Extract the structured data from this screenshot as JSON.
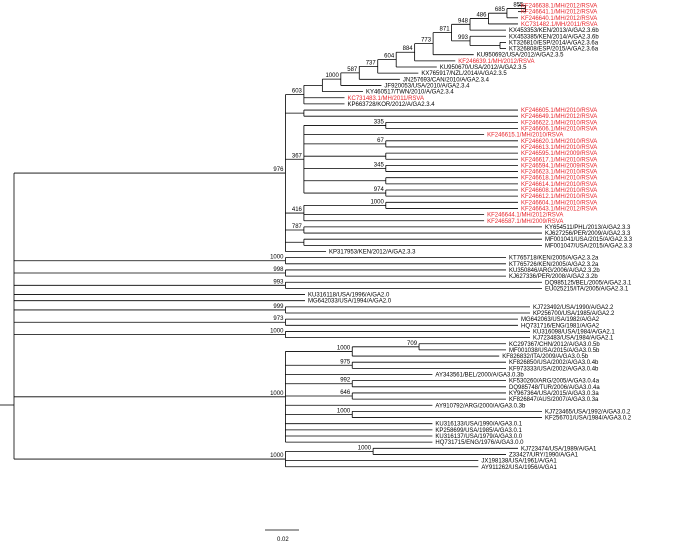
{
  "colors": {
    "branch": "#000000",
    "default_label": "#000000",
    "highlight_label": "#e8262c"
  },
  "scale_bar": {
    "label": "0.02"
  },
  "tree": {
    "c": [
      {
        "c": [
          {
            "c": [
              {
                "c": [
                  {
                    "c": [
                      {
                        "c": [
                          {
                            "c": [
                              {
                                "c": [
                                  {
                                    "c": [
                                      {
                                        "c": [
                                          {
                                            "c": [
                                              {
                                                "c": [
                                                  {
                                                    "c": [
                                                      {
                                                        "c": [
                                                          {
                                                            "c": [
                                                              {
                                                                "n": "KF246638.1/MH/2012/RSVA",
                                                                "h": 1
                                                              },
                                                              {
                                                                "n": "KF246641.1/MH/2012/RSVA",
                                                                "h": 1
                                                              }
                                                            ],
                                                            "s": "855"
                                                          },
                                                          {
                                                            "n": "KF246640.1/MH/2012/RSVA",
                                                            "h": 1
                                                          }
                                                        ],
                                                        "s": "685"
                                                      },
                                                      {
                                                        "n": "KC731482.1/MH/2011/RSVA",
                                                        "h": 1
                                                      }
                                                    ],
                                                    "s": "486"
                                                  },
                                                  {
                                                    "n": "KX453353/KEN/2013/A/GA2.3.6b"
                                                  }
                                                ],
                                                "s": "948"
                                              },
                                              {
                                                "c": [
                                                  {
                                                    "n": "KX453385/KEN/2014/A/GA2.3.6b"
                                                  },
                                                  {
                                                    "c": [
                                                      {
                                                        "n": "KT326810/ESP/2014/A/GA2.3.6a"
                                                      },
                                                      {
                                                        "n": "KT326808/ESP/2015/A/GA2.3.6a"
                                                      }
                                                    ]
                                                  }
                                                ],
                                                "s": "993"
                                              }
                                            ],
                                            "s": "871"
                                          },
                                          {
                                            "n": "KU950692/USA/2012/A/GA2.3.5"
                                          }
                                        ],
                                        "s": "773"
                                      },
                                      {
                                        "n": "KF246639.1/MH/2012/RSVA",
                                        "h": 1
                                      }
                                    ],
                                    "s": "884"
                                  },
                                  {
                                    "n": "KU950670/USA/2012/A/GA2.3.5"
                                  }
                                ],
                                "s": "604"
                              },
                              {
                                "n": "KX765917/NZL/2014/A/GA2.3.5"
                              }
                            ],
                            "s": "737"
                          },
                          {
                            "n": "JN257693/CAN/2010/A/GA2.3.4"
                          }
                        ],
                        "s": "587"
                      },
                      {
                        "n": "JF920053/USA/2010/A/GA2.3.4"
                      }
                    ],
                    "s": "1000"
                  },
                  {
                    "n": "KY460517/TWN/2010/A/GA2.3.4"
                  }
                ],
                "s": ""
              },
              {
                "n": "KC731483.1/MH/2011/RSVA",
                "h": 1
              },
              {
                "n": "KP663728/KOR/2012/A/GA2.3.4"
              }
            ],
            "s": "603"
          },
          {
            "c": [
              {
                "n": "KF246605.1/MH/2010/RSVA",
                "h": 1
              },
              {
                "n": "KF246649.1/MH/2012/RSVA",
                "h": 1
              }
            ]
          },
          {
            "c": [
              {
                "c": [
                  {
                    "n": "KF246622.1/MH/2010/RSVA",
                    "h": 1
                  },
                  {
                    "n": "KF246606.1/MH/2010/RSVA",
                    "h": 1
                  }
                ],
                "s": "335"
              },
              {
                "n": "KF246615.1/MH/2010/RSVA",
                "h": 1
              },
              {
                "c": [
                  {
                    "n": "KF246620.1/MH/2010/RSVA",
                    "h": 1
                  },
                  {
                    "n": "KF246613.1/MH/2010/RSVA",
                    "h": 1
                  }
                ],
                "s": "67"
              },
              {
                "c": [
                  {
                    "n": "KF246595.1/MH/2009/RSVA",
                    "h": 1
                  },
                  {
                    "n": "KF246617.1/MH/2010/RSVA",
                    "h": 1
                  }
                ]
              },
              {
                "c": [
                  {
                    "n": "KF246594.1/MH/2009/RSVA",
                    "h": 1
                  },
                  {
                    "n": "KF246623.1/MH/2010/RSVA",
                    "h": 1
                  }
                ],
                "s": "345"
              },
              {
                "c": [
                  {
                    "n": "KF246618.1/MH/2010/RSVA",
                    "h": 1
                  },
                  {
                    "n": "KF246614.1/MH/2010/RSVA",
                    "h": 1
                  }
                ],
                "s": ""
              },
              {
                "c": [
                  {
                    "n": "KF246608.1/MH/2010/RSVA",
                    "h": 1
                  },
                  {
                    "n": "KF246612.1/MH/2010/RSVA",
                    "h": 1
                  }
                ],
                "s": "974"
              }
            ],
            "s": "367"
          },
          {
            "c": [
              {
                "c": [
                  {
                    "n": "KF246604.1/MH/2010/RSVA",
                    "h": 1
                  },
                  {
                    "n": "KF246643.1/MH/2012/RSVA",
                    "h": 1
                  }
                ],
                "s": "1000"
              },
              {
                "n": "KF246644.1/MH/2012/RSVA",
                "h": 1
              },
              {
                "n": "KF246587.1/MH/2009/RSVA",
                "h": 1
              }
            ],
            "s": "416"
          },
          {
            "c": [
              {
                "n": "KY654511/PHL/2013/A/GA2.3.3"
              },
              {
                "n": "KJ627256/PER/2009/A/GA2.3.3"
              }
            ],
            "s": "787"
          },
          {
            "c": [
              {
                "n": "MF001041/USA/2015/A/GA2.3.3"
              },
              {
                "n": "MF001047/USA/2015/A/GA2.3.3"
              }
            ],
            "s": ""
          },
          {
            "n": "KP317953/KEN/2012/A/GA2.3.3"
          }
        ],
        "s": "976"
      },
      {
        "c": [
          {
            "n": "KT765718/KEN/2005/A/GA2.3.2a"
          },
          {
            "n": "KT765726/KEN/2005/A/GA2.3.2a"
          }
        ],
        "s": "1000"
      },
      {
        "c": [
          {
            "n": "KU350846/ARG/2006/A/GA2.3.2b"
          },
          {
            "n": "KJ627336/PER/2008/A/GA2.3.2b"
          }
        ],
        "s": "998"
      },
      {
        "c": [
          {
            "n": "DQ985125/BEL/2005/A/GA2.3.1"
          },
          {
            "n": "EU025215/ITA/2005/A/GA2.3.1"
          }
        ],
        "s": "993"
      },
      {
        "n": "KU316118/USA/1996/A/GA2.0"
      },
      {
        "n": "MG642033/USA/1994/A/GA2.0"
      },
      {
        "c": [
          {
            "n": "KJ723492/USA/1990/A/GA2.2"
          },
          {
            "n": "KP256700/USA/1985/A/GA2.2"
          }
        ],
        "s": "999"
      },
      {
        "c": [
          {
            "n": "MG642063/USA/1982/A/GA2"
          },
          {
            "n": "HQ731716/ENG/1981/A/GA2"
          }
        ],
        "s": "973"
      },
      {
        "c": [
          {
            "n": "KU316098/USA/1984/A/GA2.1"
          },
          {
            "n": "KJ723483/USA/1984/A/GA2.1"
          }
        ],
        "s": "1000"
      },
      {
        "c": [
          {
            "c": [
              {
                "c": [
                  {
                    "n": "KC297367/CHN/2012/A/GA3.0.5b"
                  },
                  {
                    "n": "MF001038/USA/2015/A/GA3.0.5b"
                  }
                ],
                "s": "709"
              },
              {
                "n": "KF826832/ITA/2009/A/GA3.0.5b"
              }
            ],
            "s": "1000"
          },
          {
            "c": [
              {
                "n": "KF826850/USA/2002/A/GA3.0.4b"
              },
              {
                "n": "KF973333/USA/2002/A/GA3.0.4b"
              }
            ],
            "s": "975"
          },
          {
            "n": "AY343561/BEL/2000/A/GA3.0.3b"
          },
          {
            "c": [
              {
                "n": "KF530260/ARG/2005/A/GA3.0.4a"
              },
              {
                "n": "DQ985748/TUR/2006/A/GA3.0.4a"
              }
            ],
            "s": "992"
          },
          {
            "c": [
              {
                "n": "KY967364/USA/2015/A/GA3.0.3a"
              },
              {
                "n": "KF826847/AUS/2007/A/GA3.0.3a"
              }
            ],
            "s": "646"
          },
          {
            "n": "AY910792/ARG/2000/A/GA3.0.3b"
          },
          {
            "c": [
              {
                "n": "KJ723465/USA/1992/A/GA3.0.2"
              },
              {
                "n": "KF256701/USA/1984/A/GA3.0.2"
              }
            ],
            "s": "1000"
          },
          {
            "n": "KU316133/USA/1990/A/GA3.0.1"
          },
          {
            "n": "KP258699/USA/1985/A/GA3.0.1"
          },
          {
            "n": "KU316137/USA/1979/A/GA3.0.0"
          },
          {
            "n": "HQ731715/ENG/1976/A/GA3.0.0"
          }
        ],
        "s": "1000"
      },
      {
        "c": [
          {
            "c": [
              {
                "n": "KJ723474/USA/1989/A/GA1"
              },
              {
                "n": "Z33427/URY/1990/A/GA1"
              }
            ],
            "s": "1000"
          },
          {
            "n": "JX198138/USA/1961/A/GA1"
          },
          {
            "n": "AY911262/USA/1956/A/GA1"
          }
        ],
        "s": "1000"
      }
    ],
    "s": ""
  }
}
